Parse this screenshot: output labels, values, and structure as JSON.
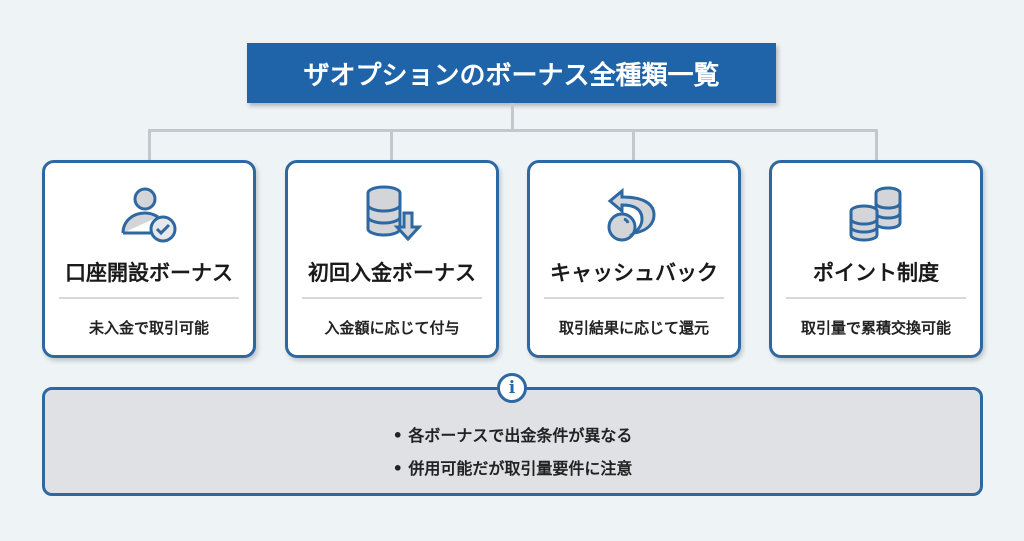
{
  "title": "ザオプションのボーナス全種類一覧",
  "cards": [
    {
      "title": "口座開設ボーナス",
      "desc": "未入金で取引可能",
      "icon": "user-check-icon"
    },
    {
      "title": "初回入金ボーナス",
      "desc": "入金額に応じて付与",
      "icon": "coin-deposit-icon"
    },
    {
      "title": "キャッシュバック",
      "desc": "取引結果に応じて還元",
      "icon": "coin-return-icon"
    },
    {
      "title": "ポイント制度",
      "desc": "取引量で累積交換可能",
      "icon": "coin-stacks-icon"
    }
  ],
  "notes": {
    "icon_label": "i",
    "items": [
      "• 各ボーナスで出金条件が異なる",
      "• 併用可能だが取引量要件に注意"
    ]
  },
  "colors": {
    "accent": "#1f63a8",
    "border": "#2d68a2",
    "background": "#eef3f6",
    "note_bg": "#dfe1e4"
  }
}
